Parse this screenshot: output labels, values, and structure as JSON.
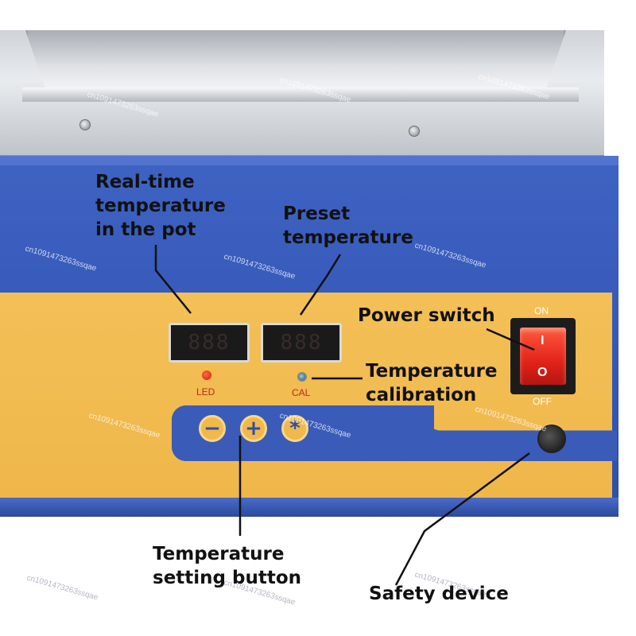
{
  "callouts": {
    "realtime_line1": "Real-time",
    "realtime_line2": "temperature",
    "realtime_line3": "in the pot",
    "preset_line1": "Preset",
    "preset_line2": "temperature",
    "power_switch": "Power switch",
    "calibration_line1": "Temperature",
    "calibration_line2": "calibration",
    "setting_line1": "Temperature",
    "setting_line2": "setting button",
    "safety": "Safety device"
  },
  "panel_labels": {
    "led": "LED",
    "cal": "CAL",
    "on": "ON",
    "off": "OFF",
    "switch_on_mark": "I",
    "switch_off_mark": "O"
  },
  "buttons": {
    "minus": "−",
    "plus": "+",
    "star": "*"
  },
  "display": {
    "realtime": "888",
    "preset": "888"
  },
  "watermark": "cn1091473263ssqae",
  "colors": {
    "body_blue": "#3457b7",
    "panel_yellow": "#efb74a",
    "switch_red": "#e2231a",
    "led_red": "#d11b00"
  }
}
